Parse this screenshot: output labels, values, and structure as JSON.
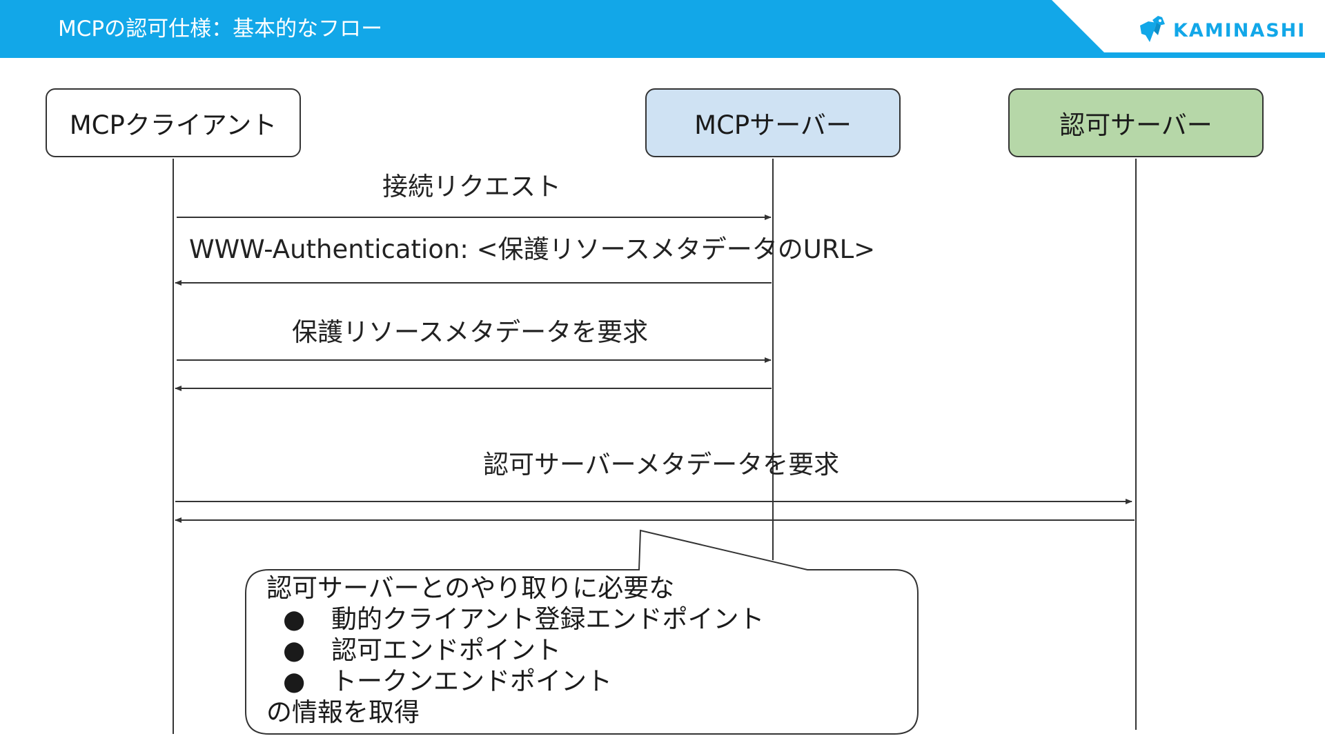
{
  "header": {
    "title": "MCPの認可仕様：基本的なフロー",
    "brand_name": "KAMINASHI",
    "band_color": "#12a7e8"
  },
  "actors": [
    {
      "label": "MCPクライアント",
      "fill": "#ffffff"
    },
    {
      "label": "MCPサーバー",
      "fill": "#cfe2f3"
    },
    {
      "label": "認可サーバー",
      "fill": "#b6d7a8"
    }
  ],
  "messages": [
    {
      "label": "接続リクエスト",
      "from": "MCPクライアント",
      "to": "MCPサーバー"
    },
    {
      "label": "WWW-Authentication: <保護リソースメタデータのURL>",
      "from": "MCPサーバー",
      "to": "MCPクライアント"
    },
    {
      "label": "保護リソースメタデータを要求",
      "from": "MCPクライアント",
      "to": "MCPサーバー"
    },
    {
      "label": "",
      "from": "MCPサーバー",
      "to": "MCPクライアント"
    },
    {
      "label": "認可サーバーメタデータを要求",
      "from": "MCPクライアント",
      "to": "認可サーバー"
    },
    {
      "label": "",
      "from": "認可サーバー",
      "to": "MCPクライアント"
    }
  ],
  "note": {
    "intro": "認可サーバーとのやり取りに必要な",
    "bullet_symbol": "●",
    "items": [
      "動的クライアント登録エンドポイント",
      "認可エンドポイント",
      "トークンエンドポイント"
    ],
    "outro": "の情報を取得"
  }
}
